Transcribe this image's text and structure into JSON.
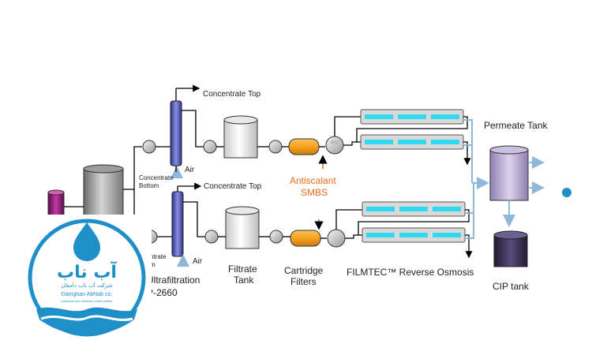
{
  "labels": {
    "concentrate_top_1": "Concentrate Top",
    "concentrate_top_2": "Concentrate Top",
    "concentrate_bottom_line1": "Concentrate",
    "concentrate_bottom_line2": "Bottom",
    "concentrate_bottom2_line1": "ntrate",
    "concentrate_bottom2_line2": "m",
    "air_1": "Air",
    "air_2": "Air",
    "antiscalant": "Antiscalant",
    "smbs": "SMBS",
    "permeate_tank": "Permeate Tank",
    "cip_tank": "CIP tank",
    "ultrafiltration": "Ultrafiltration",
    "uf_model": "P-2660",
    "filtrate_line1": "Filtrate",
    "filtrate_line2": "Tank",
    "cartridge_line1": "Cartridge",
    "cartridge_line2": "Filters",
    "ro_label": "FILMTEC™ Reverse Osmosis"
  },
  "logo": {
    "fa_name": "آب ناب",
    "fa_sub": "شرکت آب ناب دامغان",
    "en_name": "Damghan AbNab co.",
    "en_sub": "Industrial and domestic water purifier"
  },
  "colors": {
    "uf_column": "#4a4fb3",
    "cartridge": "#f4a320",
    "ro_membrane": "#2fd9f0",
    "permeate_tank": "#b9a9d6",
    "cip_tank": "#3d3357",
    "flow_line": "#8fb8d8",
    "logo_blue": "#1f8fc9",
    "arrow_orange": "#e36f1e"
  }
}
